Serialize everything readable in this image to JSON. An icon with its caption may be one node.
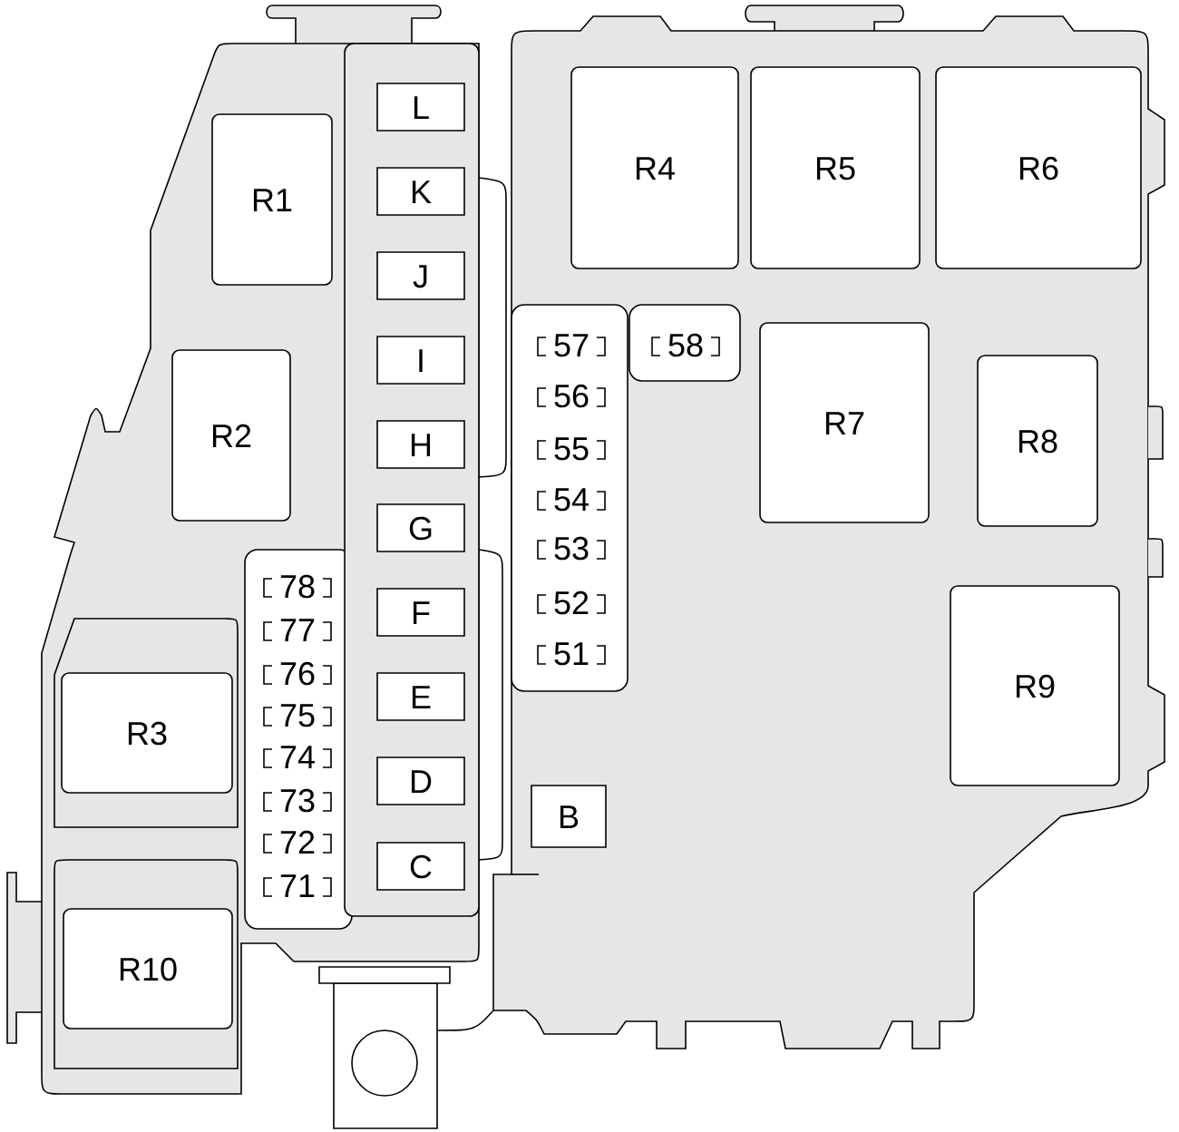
{
  "diagram": {
    "nodes": [
      {
        "text": [
          "R1"
        ]
      },
      {
        "text": [
          "R2"
        ]
      },
      {
        "text": [],
        "shape": "box"
      },
      {
        "text": [
          "78"
        ],
        "in": 2
      },
      {
        "text": [
          "77"
        ],
        "in": 2
      },
      {
        "text": [
          "76"
        ],
        "in": 2
      },
      {
        "text": [
          "75"
        ],
        "in": 2
      },
      {
        "text": [
          "74"
        ],
        "in": 2
      },
      {
        "text": [
          "73"
        ],
        "in": 2
      },
      {
        "text": [
          "72"
        ],
        "in": 2
      },
      {
        "text": [
          "71"
        ],
        "in": 2
      },
      {
        "text": [
          "R3"
        ]
      },
      {
        "text": [
          "R10"
        ]
      },
      {
        "text": [],
        "shape": "box"
      },
      {
        "text": [
          "L"
        ],
        "in": 13
      },
      {
        "text": [
          "K"
        ],
        "in": 13
      },
      {
        "text": [
          "J"
        ],
        "in": 13
      },
      {
        "text": [
          "I"
        ],
        "in": 13
      },
      {
        "text": [
          "H"
        ],
        "in": 13
      },
      {
        "text": [
          "G"
        ],
        "in": 13
      },
      {
        "text": [
          "F"
        ],
        "in": 13
      },
      {
        "text": [
          "E"
        ],
        "in": 13
      },
      {
        "text": [
          "D"
        ],
        "in": 13
      },
      {
        "text": [
          "C"
        ],
        "in": 13
      },
      {
        "text": [
          "B"
        ]
      },
      {
        "text": [],
        "shape": "box"
      },
      {
        "text": [
          "57"
        ],
        "in": 25
      },
      {
        "text": [
          "56"
        ],
        "in": 25
      },
      {
        "text": [
          "55"
        ],
        "in": 25
      },
      {
        "text": [
          "54"
        ],
        "in": 25
      },
      {
        "text": [
          "53"
        ],
        "in": 25
      },
      {
        "text": [
          "52"
        ],
        "in": 25
      },
      {
        "text": [
          "51"
        ],
        "in": 25
      },
      {
        "text": [],
        "shape": "box"
      },
      {
        "text": [
          "58"
        ],
        "in": 33
      },
      {
        "text": [
          "R4"
        ]
      },
      {
        "text": [
          "R5"
        ]
      },
      {
        "text": [
          "R6"
        ]
      },
      {
        "text": [
          "R7"
        ]
      },
      {
        "text": [
          "R8"
        ]
      },
      {
        "text": [
          "R9"
        ]
      }
    ]
  }
}
